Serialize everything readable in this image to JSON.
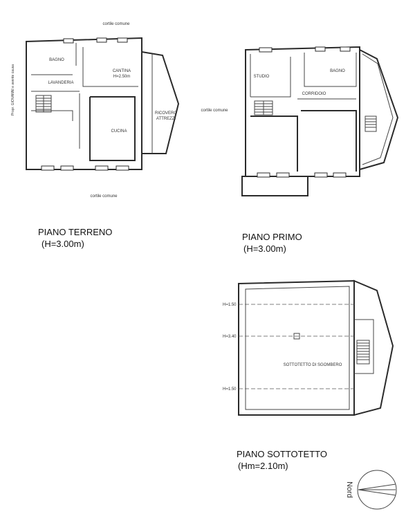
{
  "ground": {
    "top_label": "cortile comune",
    "bottom_label": "cortile comune",
    "side_label": "Propr. GIOVANNI e avente causa",
    "rooms": {
      "bagno": "BAGNO",
      "lavanderia": "LAVANDERIA",
      "cantina": "CANTINA",
      "cantina_h": "H=2.50m",
      "cucina": "CUCINA",
      "ricovero": "RICOVERO",
      "attrezzi": "ATTREZZI"
    },
    "title": "PIANO TERRENO",
    "height": "(H=3.00m)"
  },
  "first": {
    "side_label": "cortile comune",
    "rooms": {
      "studio": "STUDIO",
      "bagno": "BAGNO",
      "corridoio": "CORRIDOIO"
    },
    "title": "PIANO PRIMO",
    "height": "(H=3.00m)"
  },
  "attic": {
    "h_top": "H=1.50",
    "h_mid": "H=3.40",
    "h_bot": "H=1.50",
    "room": "SOTTOTETTO DI SGOMBERO",
    "title": "PIANO SOTTOTETTO",
    "height": "(Hm=2.10m)"
  },
  "north": {
    "label": "Nord"
  }
}
